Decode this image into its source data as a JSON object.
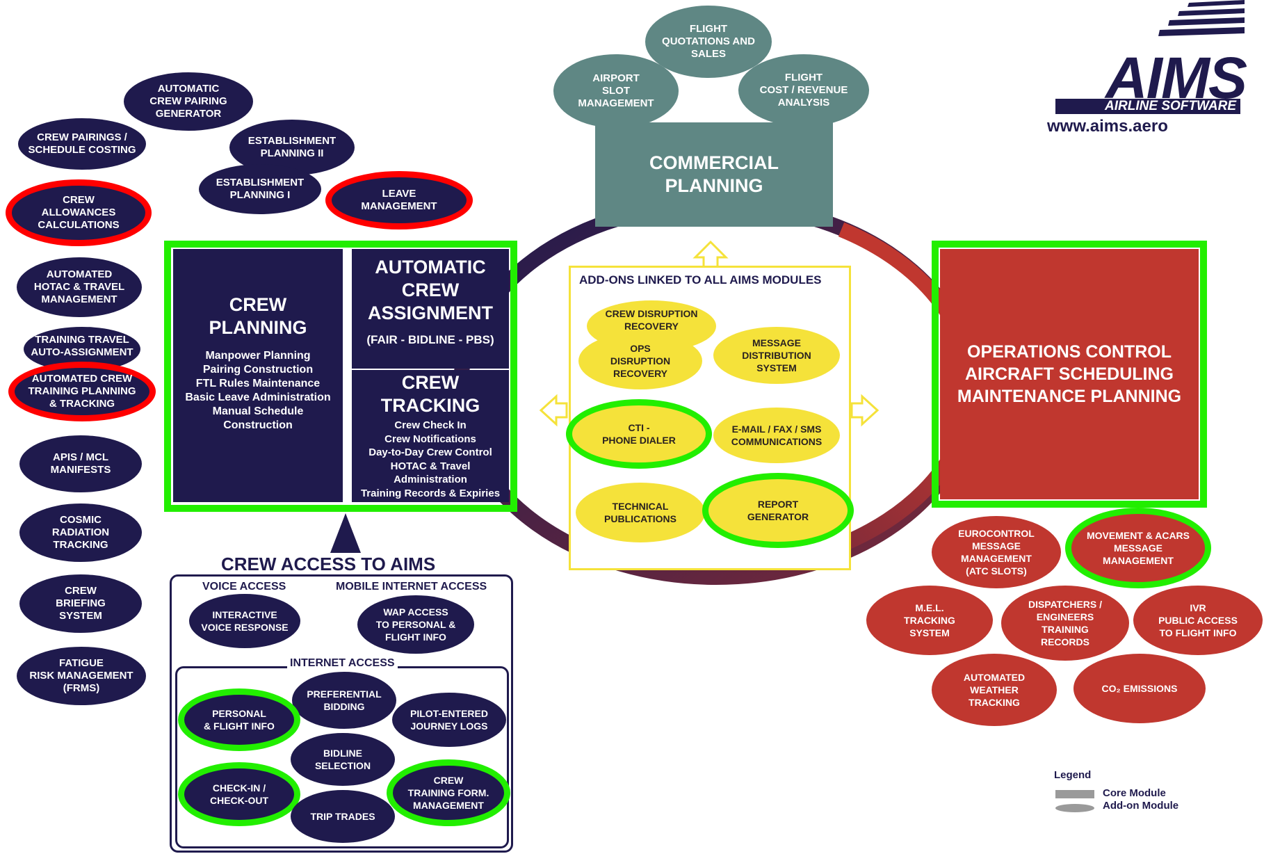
{
  "logo": {
    "brand": "AIMS",
    "tagline": "AIRLINE SOFTWARE",
    "url": "www.aims.aero"
  },
  "commercial": {
    "title": "COMMERCIAL\nPLANNING",
    "addons": [
      "AIRPORT\nSLOT\nMANAGEMENT",
      "FLIGHT\nQUOTATIONS AND\nSALES",
      "FLIGHT\nCOST / REVENUE\nANALYSIS"
    ]
  },
  "left_addons": [
    "AUTOMATIC\nCREW PAIRING\nGENERATOR",
    "CREW PAIRINGS /\nSCHEDULE COSTING",
    "ESTABLISHMENT\nPLANNING II",
    "ESTABLISHMENT\nPLANNING I",
    "LEAVE\nMANAGEMENT",
    "CREW\nALLOWANCES\nCALCULATIONS",
    "AUTOMATED\nHOTAC & TRAVEL\nMANAGEMENT",
    "TRAINING TRAVEL\nAUTO-ASSIGNMENT",
    "AUTOMATED CREW\nTRAINING PLANNING\n& TRACKING",
    "APIS / MCL\nMANIFESTS",
    "COSMIC\nRADIATION\nTRACKING",
    "CREW\nBRIEFING\nSYSTEM",
    "FATIGUE\nRISK MANAGEMENT\n(FRMS)"
  ],
  "crew_planning": {
    "title": "CREW\nPLANNING",
    "body": "Manpower Planning\nPairing Construction\nFTL Rules Maintenance\nBasic Leave Administration\nManual Schedule\nConstruction"
  },
  "auto_assignment": {
    "title": "AUTOMATIC\nCREW\nASSIGNMENT",
    "sub": "(FAIR - BIDLINE - PBS)"
  },
  "crew_tracking": {
    "title": "CREW\nTRACKING",
    "body": "Crew Check In\nCrew Notifications\nDay-to-Day Crew Control\nHOTAC & Travel\nAdministration\nTraining Records & Expiries"
  },
  "addons_center": {
    "heading": "ADD-ONS LINKED TO ALL AIMS MODULES",
    "items": [
      "CREW DISRUPTION\nRECOVERY",
      "OPS\nDISRUPTION\nRECOVERY",
      "MESSAGE\nDISTRIBUTION\nSYSTEM",
      "CTI -\nPHONE DIALER",
      "E-MAIL / FAX / SMS\nCOMMUNICATIONS",
      "TECHNICAL\nPUBLICATIONS",
      "REPORT\nGENERATOR"
    ]
  },
  "operations": {
    "title": "OPERATIONS CONTROL\nAIRCRAFT SCHEDULING\nMAINTENANCE PLANNING"
  },
  "ops_addons": [
    "EUROCONTROL\nMESSAGE\nMANAGEMENT\n(ATC SLOTS)",
    "MOVEMENT & ACARS\nMESSAGE\nMANAGEMENT",
    "M.E.L.\nTRACKING\nSYSTEM",
    "DISPATCHERS /\nENGINEERS\nTRAINING\nRECORDS",
    "IVR\nPUBLIC ACCESS\nTO FLIGHT INFO",
    "AUTOMATED\nWEATHER\nTRACKING",
    "CO₂ EMISSIONS"
  ],
  "crew_access": {
    "title": "CREW ACCESS TO AIMS",
    "voice_label": "VOICE ACCESS",
    "mobile_label": "MOBILE INTERNET ACCESS",
    "internet_label": "INTERNET ACCESS",
    "ivr": "INTERACTIVE\nVOICE RESPONSE",
    "wap": "WAP ACCESS\nTO PERSONAL &\nFLIGHT INFO",
    "items": [
      "PREFERENTIAL\nBIDDING",
      "PERSONAL\n& FLIGHT INFO",
      "PILOT-ENTERED\nJOURNEY LOGS",
      "BIDLINE\nSELECTION",
      "CHECK-IN /\nCHECK-OUT",
      "CREW\nTRAINING FORM.\nMANAGEMENT",
      "TRIP TRADES"
    ]
  },
  "legend": {
    "title": "Legend",
    "core": "Core Module",
    "addon": "Add-on Module"
  },
  "colors": {
    "navy": "#1f1a4d",
    "red": "#c0372f",
    "teal": "#5f8784",
    "yellow": "#f5e23a",
    "highlight_green": "#22ee00",
    "highlight_red": "#ff0000"
  }
}
